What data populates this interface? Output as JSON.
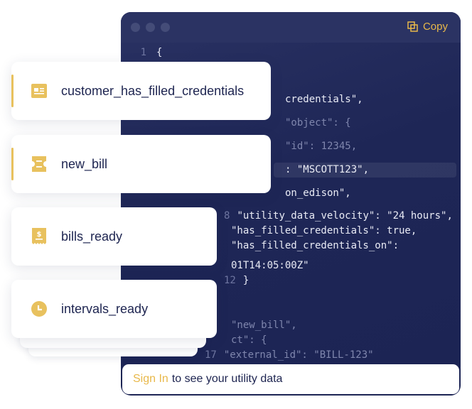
{
  "window": {
    "copy_label": "Copy"
  },
  "code_lines": [
    {
      "n": "1",
      "text": "{"
    },
    {
      "n": "",
      "text": ""
    },
    {
      "n": "",
      "text": "                     credentials\","
    },
    {
      "n": "",
      "text": "     \"object\": {"
    },
    {
      "n": "",
      "text": "         \"id\": 12345,"
    },
    {
      "n": "",
      "text": "                      : \"MSCOTT123\","
    },
    {
      "n": "",
      "text": "                     on_edison\","
    },
    {
      "n": "8",
      "text": "         \"utility_data_velocity\": \"24 hours\","
    },
    {
      "n": "",
      "text": "         \"has_filled_credentials\": true,"
    },
    {
      "n": "",
      "text": "         \"has_filled_credentials_on\":"
    },
    {
      "n": "",
      "text": "         01T14:05:00Z\""
    },
    {
      "n": "12",
      "text": "     }"
    },
    {
      "n": "",
      "text": ""
    },
    {
      "n": "",
      "text": ""
    },
    {
      "n": "",
      "text": "         \"new_bill\","
    },
    {
      "n": "",
      "text": "       ct\": {"
    },
    {
      "n": "17",
      "text": "     \"external_id\": \"BILL-123\""
    }
  ],
  "events": [
    {
      "label": "customer_has_filled_credentials",
      "icon": "id-card-icon",
      "active": true
    },
    {
      "label": "new_bill",
      "icon": "ticket-icon",
      "active": true
    },
    {
      "label": "bills_ready",
      "icon": "receipt-dollar-icon",
      "active": false
    },
    {
      "label": "intervals_ready",
      "icon": "clock-icon",
      "active": false
    }
  ],
  "signin": {
    "link": "Sign In",
    "text": "to see your utility data"
  },
  "colors": {
    "accent": "#e8b84a",
    "window_bg": "#1e2656",
    "text_dark": "#1d2450"
  }
}
